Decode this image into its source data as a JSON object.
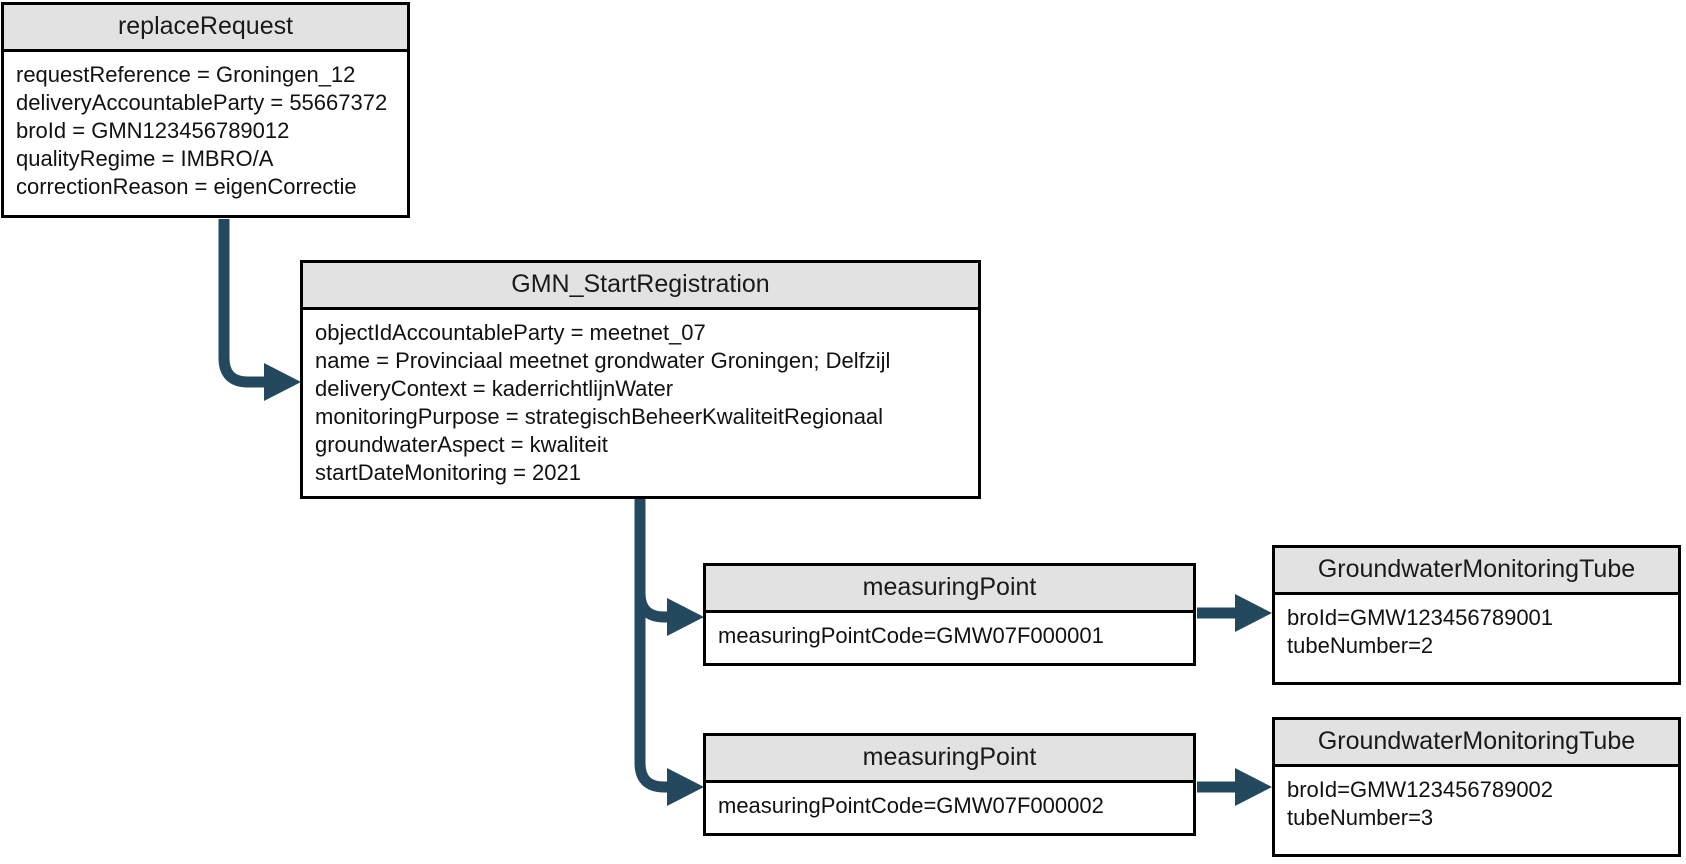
{
  "diagram": {
    "colors": {
      "arrow": "#24485E",
      "header_bg": "#E2E2E2",
      "border": "#000000",
      "body_bg": "#FFFFFF"
    },
    "nodes": [
      {
        "id": "replaceRequest",
        "title": "replaceRequest",
        "lines": [
          "requestReference = Groningen_12",
          "deliveryAccountableParty = 55667372",
          "broId = GMN123456789012",
          "qualityRegime = IMBRO/A",
          "correctionReason = eigenCorrectie"
        ]
      },
      {
        "id": "GMN_StartRegistration",
        "title": "GMN_StartRegistration",
        "lines": [
          "objectIdAccountableParty = meetnet_07",
          "name = Provinciaal meetnet grondwater Groningen; Delfzijl",
          "deliveryContext = kaderrichtlijnWater",
          "monitoringPurpose = strategischBeheerKwaliteitRegionaal",
          "groundwaterAspect = kwaliteit",
          "startDateMonitoring = 2021"
        ]
      },
      {
        "id": "measuringPoint-1",
        "title": "measuringPoint",
        "lines": [
          "measuringPointCode=GMW07F000001"
        ]
      },
      {
        "id": "GroundwaterMonitoringTube-1",
        "title": "GroundwaterMonitoringTube",
        "lines": [
          "broId=GMW123456789001",
          "tubeNumber=2"
        ]
      },
      {
        "id": "measuringPoint-2",
        "title": "measuringPoint",
        "lines": [
          "measuringPointCode=GMW07F000002"
        ]
      },
      {
        "id": "GroundwaterMonitoringTube-2",
        "title": "GroundwaterMonitoringTube",
        "lines": [
          "broId=GMW123456789002",
          "tubeNumber=3"
        ]
      }
    ],
    "edges": [
      {
        "from": "replaceRequest",
        "to": "GMN_StartRegistration"
      },
      {
        "from": "GMN_StartRegistration",
        "to": "measuringPoint-1"
      },
      {
        "from": "GMN_StartRegistration",
        "to": "measuringPoint-2"
      },
      {
        "from": "measuringPoint-1",
        "to": "GroundwaterMonitoringTube-1"
      },
      {
        "from": "measuringPoint-2",
        "to": "GroundwaterMonitoringTube-2"
      }
    ]
  }
}
